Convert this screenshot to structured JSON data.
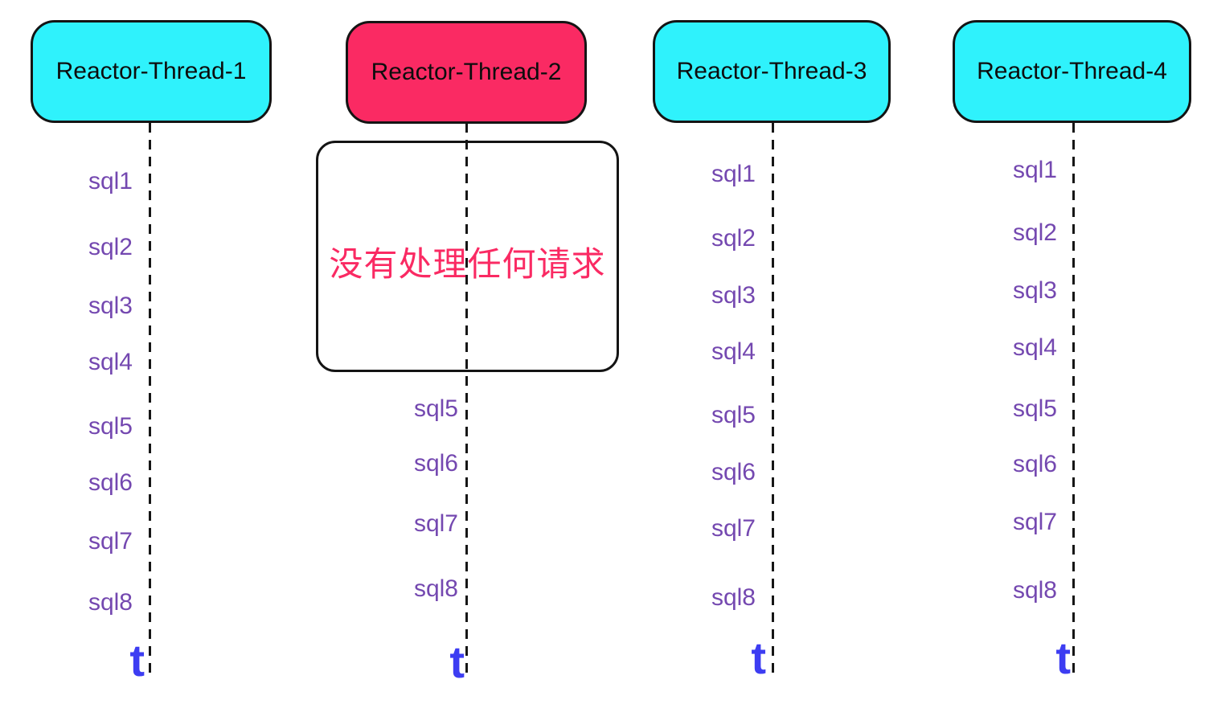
{
  "colors": {
    "thread_box_active": "#2ff2fc",
    "thread_box_idle": "#fa2a63",
    "event_text": "#7448b0",
    "time_axis_text": "#3d3df2",
    "note_text": "#fa2a63",
    "line_and_border": "#141414"
  },
  "columns": [
    {
      "header": "Reactor-Thread-1",
      "state": "active",
      "events": [
        "sql1",
        "sql2",
        "sql3",
        "sql4",
        "sql5",
        "sql6",
        "sql7",
        "sql8"
      ],
      "axis_label": "t"
    },
    {
      "header": "Reactor-Thread-2",
      "state": "idle",
      "note": "没有处理任何请求",
      "events": [
        "sql5",
        "sql6",
        "sql7",
        "sql8"
      ],
      "axis_label": "t"
    },
    {
      "header": "Reactor-Thread-3",
      "state": "active",
      "events": [
        "sql1",
        "sql2",
        "sql3",
        "sql4",
        "sql5",
        "sql6",
        "sql7",
        "sql8"
      ],
      "axis_label": "t"
    },
    {
      "header": "Reactor-Thread-4",
      "state": "active",
      "events": [
        "sql1",
        "sql2",
        "sql3",
        "sql4",
        "sql5",
        "sql6",
        "sql7",
        "sql8"
      ],
      "axis_label": "t"
    }
  ]
}
